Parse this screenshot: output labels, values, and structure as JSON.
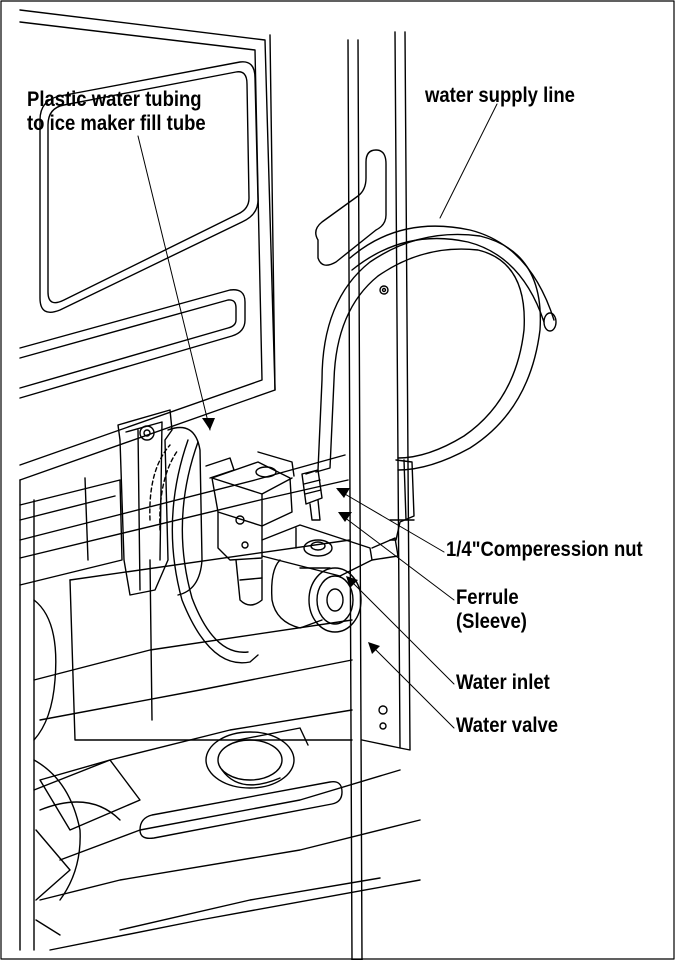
{
  "labels": {
    "tubing_line1": "Plastic water tubing",
    "tubing_line2": "to ice maker fill tube",
    "supply": "water supply line",
    "nut": "1/4\"Comperession nut",
    "ferrule_line1": "Ferrule",
    "ferrule_line2": "(Sleeve)",
    "inlet": "Water inlet",
    "valve": "Water valve"
  }
}
